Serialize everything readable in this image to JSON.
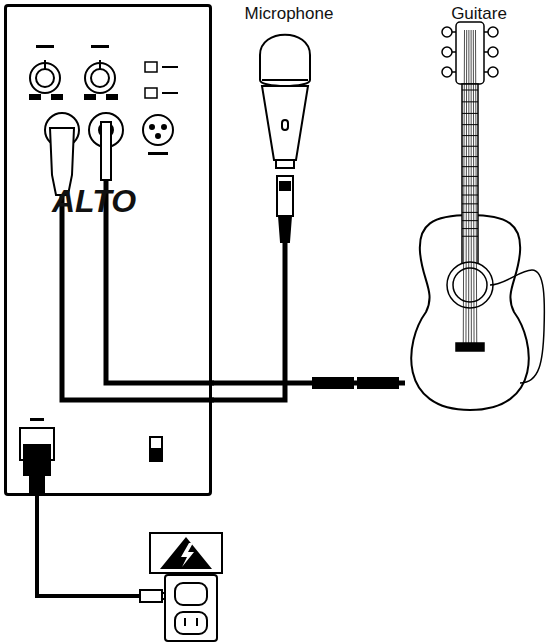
{
  "diagram": {
    "nodes": [
      {
        "text": [
          "ALTO"
        ]
      },
      {
        "text": [
          "Microphone"
        ]
      },
      {
        "text": [
          "Guitare"
        ]
      }
    ],
    "edges": [
      {
        "from": 1,
        "to": 0,
        "arrow": "none"
      },
      {
        "from": 2,
        "to": 0,
        "arrow": "none"
      }
    ]
  }
}
